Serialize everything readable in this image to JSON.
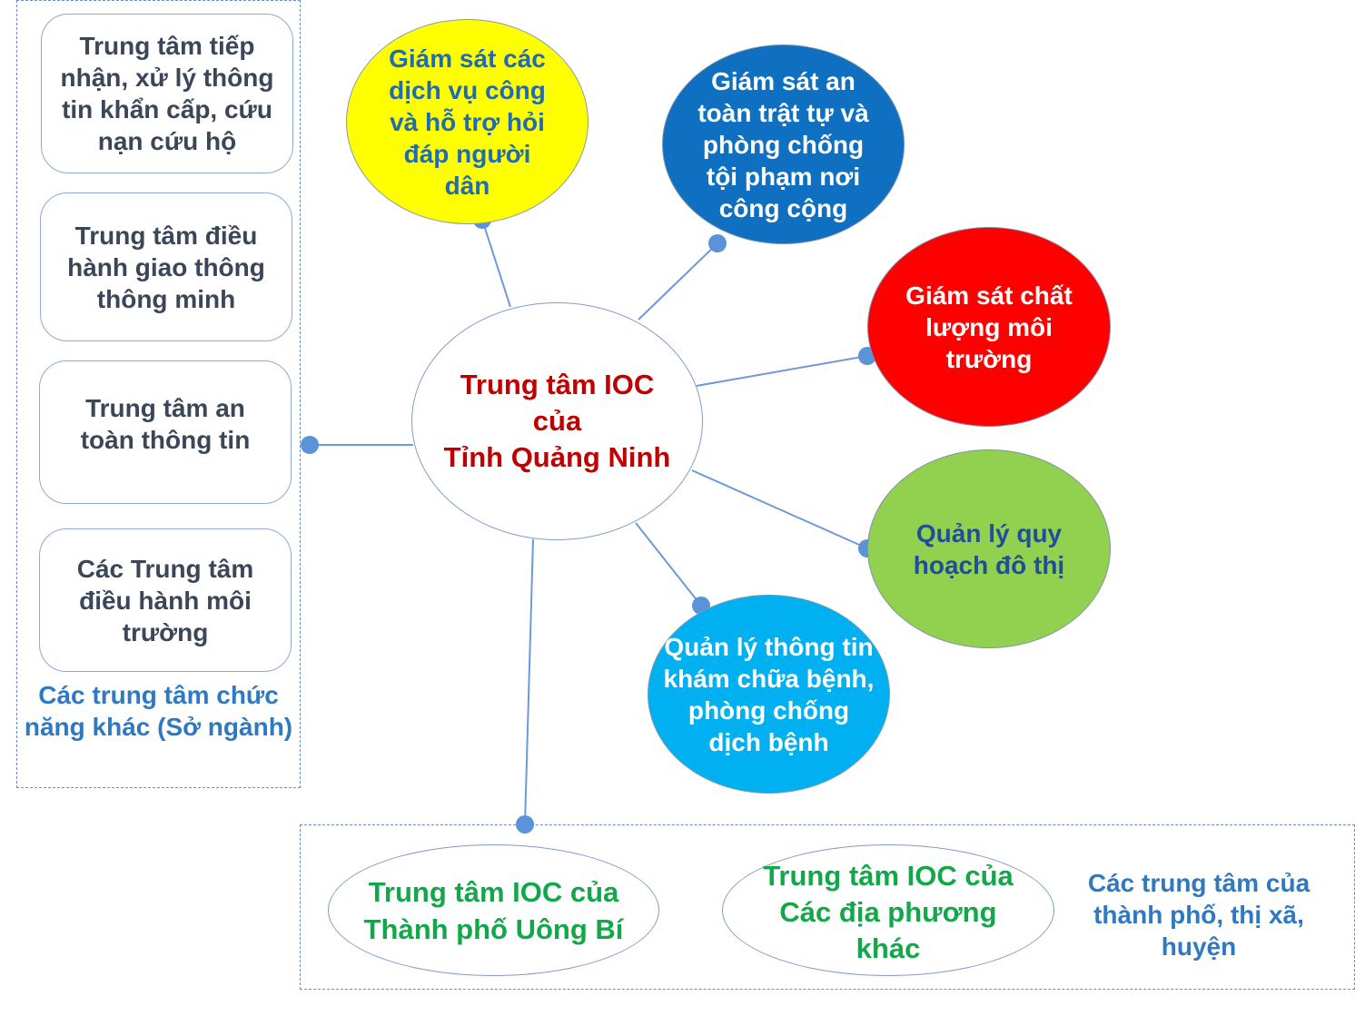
{
  "left_group": {
    "label": "Các trung tâm chức\nnăng khác (Sở ngành)",
    "items": [
      "Trung tâm tiếp\nnhận, xử lý thông\ntin khẩn cấp, cứu\nnạn cứu hộ",
      "Trung tâm điều\nhành giao thông\nthông minh",
      "Trung tâm an\ntoàn thông tin",
      "Các Trung tâm\nđiều hành môi\ntrường"
    ]
  },
  "center": {
    "title": "Trung tâm IOC\ncủa\nTỉnh Quảng Ninh",
    "color": "#c00000"
  },
  "functions": [
    {
      "text": "Giám sát các\ndịch vụ công\nvà hỗ trợ hỏi\nđáp người\ndân",
      "fill": "#ffff00",
      "text_color": "#1f6bb5"
    },
    {
      "text": "Giám sát an\ntoàn trật tự và\nphòng chống\ntội phạm nơi\ncông cộng",
      "fill": "#0f6fc0",
      "text_color": "#ffffff"
    },
    {
      "text": "Giám sát chất\nlượng môi\ntrường",
      "fill": "#ff0000",
      "text_color": "#ffffff"
    },
    {
      "text": "Quản lý quy\nhoạch đô thị",
      "fill": "#92d050",
      "text_color": "#1f4e9a"
    },
    {
      "text": "Quản lý thông tin\nkhám chữa bệnh,\nphòng chống\ndịch bệnh",
      "fill": "#00b0f0",
      "text_color": "#ffffff"
    }
  ],
  "bottom_group": {
    "label": "Các trung tâm của\nthành phố, thị xã,\nhuyện",
    "items": [
      "Trung tâm IOC của\nThành phố Uông Bí",
      "Trung tâm IOC của\nCác địa phương\nkhác"
    ],
    "text_color": "#12a84a"
  }
}
